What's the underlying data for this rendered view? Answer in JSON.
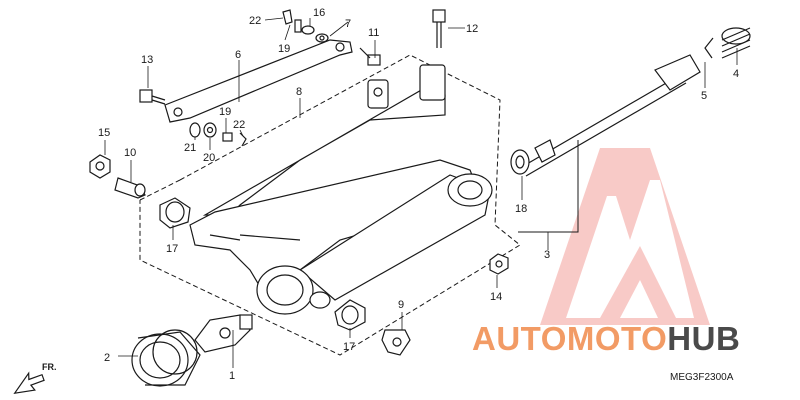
{
  "diagram": {
    "code": "MEG3F2300A",
    "direction_label": "FR.",
    "callouts": [
      {
        "id": "c1",
        "label": "1"
      },
      {
        "id": "c2",
        "label": "2"
      },
      {
        "id": "c3",
        "label": "3"
      },
      {
        "id": "c4",
        "label": "4"
      },
      {
        "id": "c5",
        "label": "5"
      },
      {
        "id": "c6",
        "label": "6"
      },
      {
        "id": "c7",
        "label": "7"
      },
      {
        "id": "c8",
        "label": "8"
      },
      {
        "id": "c9",
        "label": "9"
      },
      {
        "id": "c10",
        "label": "10"
      },
      {
        "id": "c11",
        "label": "11"
      },
      {
        "id": "c12",
        "label": "12"
      },
      {
        "id": "c13",
        "label": "13"
      },
      {
        "id": "c14",
        "label": "14"
      },
      {
        "id": "c15",
        "label": "15"
      },
      {
        "id": "c16",
        "label": "16"
      },
      {
        "id": "c17a",
        "label": "17"
      },
      {
        "id": "c17b",
        "label": "17"
      },
      {
        "id": "c18",
        "label": "18"
      },
      {
        "id": "c19a",
        "label": "19"
      },
      {
        "id": "c19b",
        "label": "19"
      },
      {
        "id": "c20",
        "label": "20"
      },
      {
        "id": "c21",
        "label": "21"
      },
      {
        "id": "c22a",
        "label": "22"
      },
      {
        "id": "c22b",
        "label": "22"
      }
    ]
  },
  "watermark": {
    "part1": "AUTOMOTO",
    "part2": "HUB",
    "color_primary": "#f08a4b",
    "color_secondary": "#2b2b2b",
    "logo_color": "#f0605a"
  }
}
